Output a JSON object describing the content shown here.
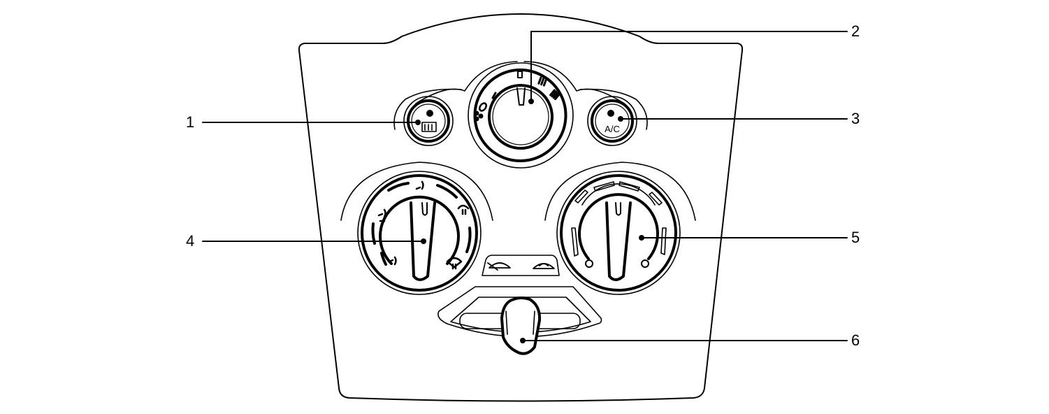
{
  "diagram": {
    "type": "climate-control-panel",
    "colors": {
      "stroke": "#000000",
      "background": "#ffffff"
    },
    "controls": [
      {
        "id": 1,
        "label": "1",
        "name": "Rear window defroster switch",
        "icon": "rear-defroster-icon"
      },
      {
        "id": 2,
        "label": "2",
        "name": "Fan speed control dial",
        "icon": "fan-icon",
        "positions": [
          "0",
          "I",
          "II",
          "III",
          "IIII"
        ]
      },
      {
        "id": 3,
        "label": "3",
        "name": "Air conditioner switch",
        "button_text": "A/C"
      },
      {
        "id": 4,
        "label": "4",
        "name": "Air flow control dial",
        "icons": [
          "face-vent-icon",
          "bi-level-icon",
          "foot-icon",
          "foot-defrost-icon",
          "defrost-icon"
        ]
      },
      {
        "id": 5,
        "label": "5",
        "name": "Temperature control dial"
      },
      {
        "id": 6,
        "label": "6",
        "name": "Air intake control lever",
        "icons": [
          "fresh-air-icon",
          "recirculate-icon"
        ]
      }
    ]
  },
  "callouts": {
    "c1": "1",
    "c2": "2",
    "c3": "3",
    "c4": "4",
    "c5": "5",
    "c6": "6"
  },
  "ac_button": {
    "text": "A/C"
  },
  "fan_dial": {
    "positions": [
      "0",
      "I",
      "II",
      "III",
      "IIII"
    ]
  }
}
